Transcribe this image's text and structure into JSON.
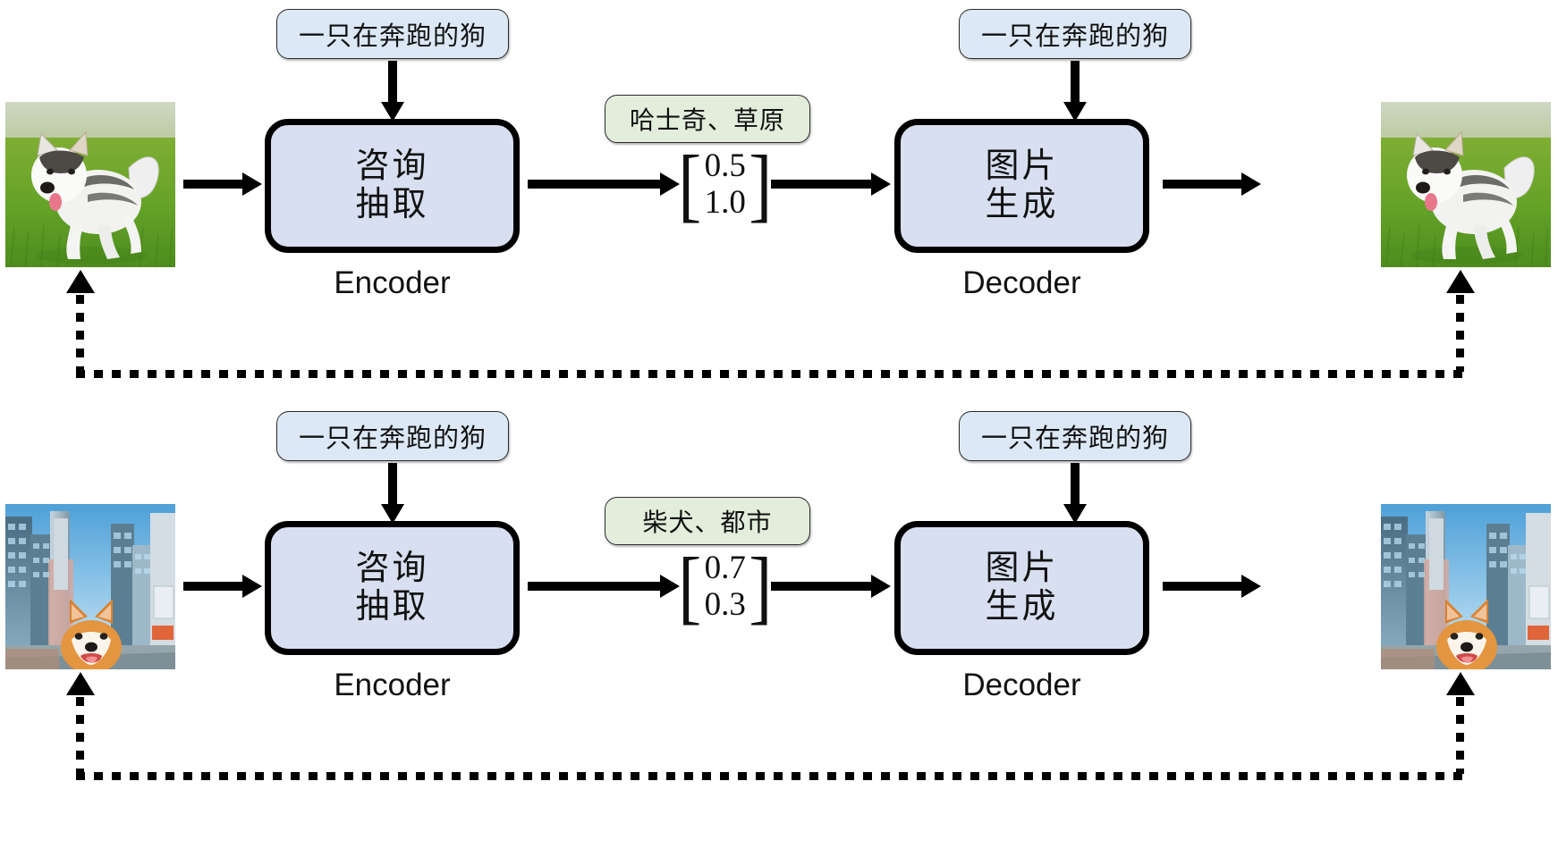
{
  "diagram": {
    "title": "Encoder-Decoder image reconstruction pipeline",
    "colors": {
      "module_fill": "#d7dff0",
      "prompt_fill": "#dce8f5",
      "concept_fill": "#e2eedb",
      "stroke": "#000000",
      "background": "#ffffff"
    }
  },
  "rows": [
    {
      "id": "row-husky",
      "input_image": {
        "alt": "husky-running-in-grass-field",
        "subject": "husky",
        "scene": "grass field"
      },
      "top_prompt": "一只在奔跑的狗",
      "encoder": {
        "line1": "咨询",
        "line2": "抽取",
        "caption": "Encoder"
      },
      "concept_label": "哈士奇、草原",
      "vector": {
        "values": [
          "0.5",
          "1.0"
        ],
        "open_bracket": "[",
        "close_bracket": "]"
      },
      "decoder_prompt": "一只在奔跑的狗",
      "decoder": {
        "line1": "图片",
        "line2": "生成",
        "caption": "Decoder"
      },
      "output_image": {
        "alt": "husky-running-in-grass-field",
        "subject": "husky",
        "scene": "grass field"
      }
    },
    {
      "id": "row-shiba",
      "input_image": {
        "alt": "shiba-inu-in-city-street",
        "subject": "shiba inu",
        "scene": "city street"
      },
      "top_prompt": "一只在奔跑的狗",
      "encoder": {
        "line1": "咨询",
        "line2": "抽取",
        "caption": "Encoder"
      },
      "concept_label": "柴犬、都市",
      "vector": {
        "values": [
          "0.7",
          "0.3"
        ],
        "open_bracket": "[",
        "close_bracket": "]"
      },
      "decoder_prompt": "一只在奔跑的狗",
      "decoder": {
        "line1": "图片",
        "line2": "生成",
        "caption": "Decoder"
      },
      "output_image": {
        "alt": "shiba-inu-in-city-street",
        "subject": "shiba inu",
        "scene": "city street"
      }
    }
  ]
}
